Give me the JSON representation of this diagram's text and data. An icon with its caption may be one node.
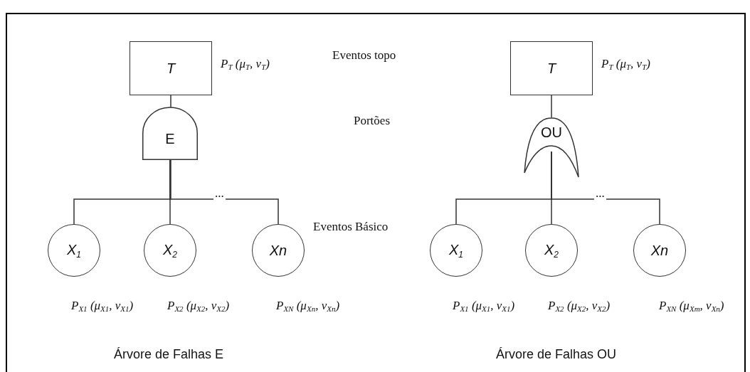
{
  "diagram": {
    "nodes": [
      {
        "text": [
          "T"
        ],
        "beside": [
          "P$_{T}$ (μ$_{T}$, ν$_{T}$)"
        ]
      },
      {
        "text": [
          "E"
        ]
      },
      {
        "text": [
          "X$_{1}$"
        ],
        "beside": [
          "P$_{X1}$ (μ$_{X1}$, ν$_{X1}$)"
        ]
      },
      {
        "text": [
          "X$_{2}$"
        ],
        "beside": [
          "P$_{X2}$ (μ$_{X2}$, ν$_{X2}$)"
        ]
      },
      {
        "text": [
          "Xn"
        ],
        "beside": [
          "P$_{XN}$ (μ$_{Xn}$, ν$_{Xn}$)"
        ]
      },
      {
        "text": [
          "T"
        ],
        "beside": [
          "P$_{T}$ (μ$_{T}$, ν$_{T}$)"
        ]
      },
      {
        "text": [
          "OU"
        ]
      },
      {
        "text": [
          "X$_{1}$"
        ],
        "beside": [
          "P$_{X1}$ (μ$_{X1}$, ν$_{X1}$)"
        ]
      },
      {
        "text": [
          "X$_{2}$"
        ],
        "beside": [
          "P$_{X2}$ (μ$_{X2}$, ν$_{X2}$)"
        ]
      },
      {
        "text": [
          "Xn"
        ],
        "beside": [
          "P$_{XN}$ (μ$_{Xm}$, ν$_{Xn}$)"
        ]
      }
    ],
    "edges": [
      {
        "from": 0,
        "to": 1,
        "arrow": "none"
      },
      {
        "from": 1,
        "to": 2,
        "arrow": "none"
      },
      {
        "from": 1,
        "to": 3,
        "arrow": "none"
      },
      {
        "from": 1,
        "to": 4,
        "arrow": "none"
      },
      {
        "from": 5,
        "to": 6,
        "arrow": "none"
      },
      {
        "from": 6,
        "to": 7,
        "arrow": "none"
      },
      {
        "from": 6,
        "to": 8,
        "arrow": "none"
      },
      {
        "from": 6,
        "to": 9,
        "arrow": "none"
      }
    ],
    "labels": [
      "Eventos topo",
      "Portões",
      "...",
      "...",
      "Eventos Básico",
      "Árvore de Falhas E",
      "Árvore de Falhas OU"
    ]
  }
}
